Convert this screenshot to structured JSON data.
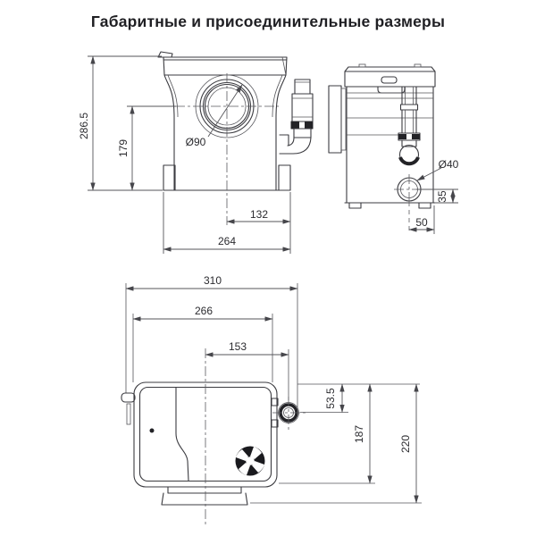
{
  "title": "Габаритные и присоединительные размеры",
  "colors": {
    "line": "#3b3b40",
    "dimension": "#55555a",
    "text": "#2b2b2f",
    "dark_fill": "#232327",
    "background": "#ffffff"
  },
  "views": {
    "front": {
      "label": "front-view",
      "dims": {
        "overall_height": "286.5",
        "inlet_axis_height": "179",
        "inlet_diameter": "Ø90",
        "axis_to_right_edge": "132",
        "overall_width": "264"
      }
    },
    "side": {
      "label": "side-view",
      "dims": {
        "inlet_diameter": "Ø40",
        "inlet_axis_height": "35",
        "inlet_axis_offset": "50"
      }
    },
    "top": {
      "label": "top-view",
      "dims": {
        "overall_width": "310",
        "body_width": "266",
        "axis_to_outlet": "153",
        "outlet_axis_offset": "53.5",
        "body_depth": "187",
        "overall_depth": "220"
      }
    }
  }
}
